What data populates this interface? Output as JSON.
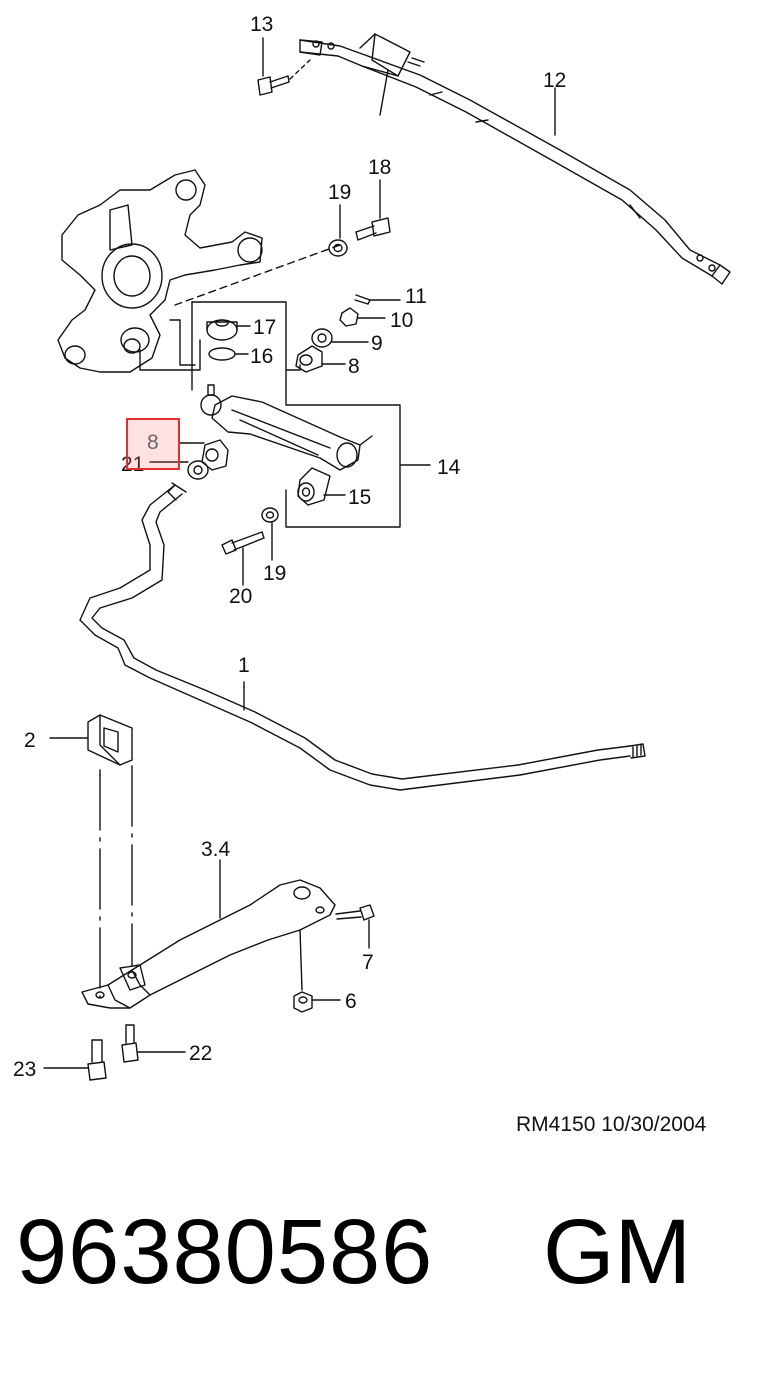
{
  "diagram": {
    "labels": {
      "l13": "13",
      "l12": "12",
      "l18": "18",
      "l19a": "19",
      "l11": "11",
      "l10": "10",
      "l17": "17",
      "l16": "16",
      "l9": "9",
      "l8a": "8",
      "l14": "14",
      "l15": "15",
      "l21": "21",
      "l20": "20",
      "l19b": "19",
      "l1": "1",
      "l2": "2",
      "l34": "3.4",
      "l7": "7",
      "l6": "6",
      "l22": "22",
      "l23": "23"
    },
    "highlight": {
      "label": "8",
      "color": "#e03030"
    },
    "reference": "RM4150  10/30/2004"
  },
  "footer": {
    "part_number": "96380586",
    "brand": "GM"
  }
}
